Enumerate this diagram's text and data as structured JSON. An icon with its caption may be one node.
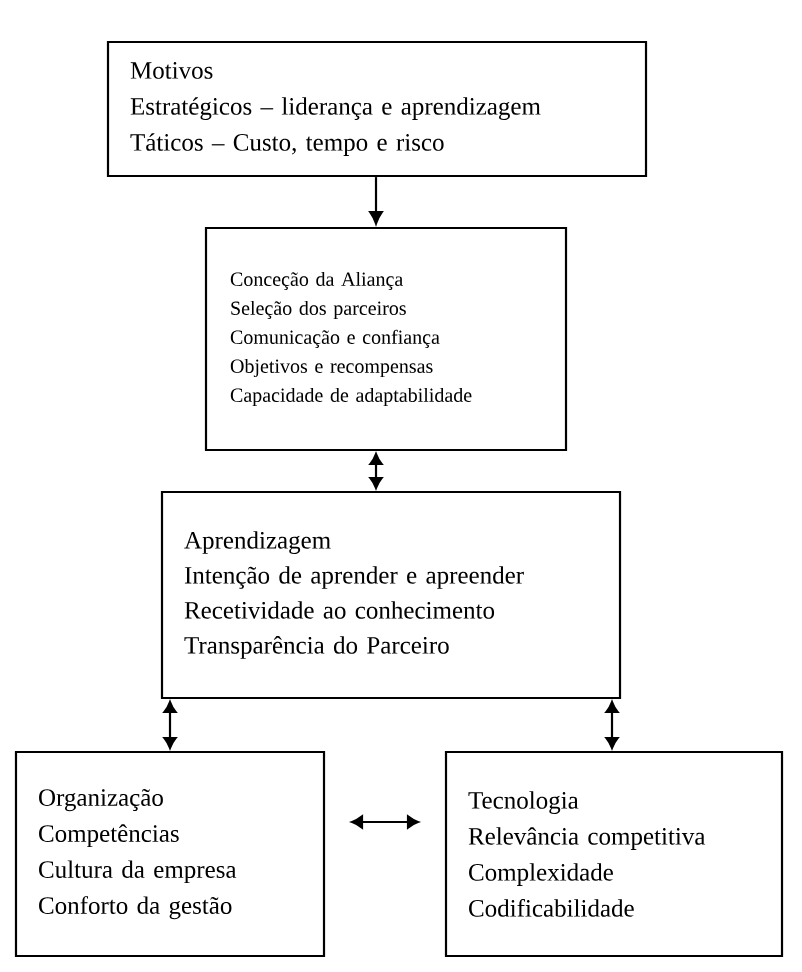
{
  "diagram": {
    "nodes": [
      {
        "text": [
          "Motivos",
          "Estratégicos – liderança e aprendizagem",
          "Táticos – Custo, tempo e risco"
        ]
      },
      {
        "text": [
          "Conceção da Aliança",
          "Seleção dos parceiros",
          "Comunicação e confiança",
          "Objetivos e recompensas",
          "Capacidade de adaptabilidade"
        ]
      },
      {
        "text": [
          "Aprendizagem",
          "Intenção de aprender e apreender",
          "Recetividade ao conhecimento",
          "Transparência do Parceiro"
        ]
      },
      {
        "text": [
          "Organização",
          "Competências",
          "Cultura da empresa",
          "Conforto da gestão"
        ]
      },
      {
        "text": [
          "Tecnologia",
          "Relevância competitiva",
          "Complexidade",
          "Codificabilidade"
        ]
      }
    ],
    "edges": [
      {
        "from": 0,
        "to": 1,
        "arrow": "to"
      },
      {
        "from": 1,
        "to": 2,
        "arrow": "both"
      },
      {
        "from": 2,
        "to": 3,
        "arrow": "both"
      },
      {
        "from": 2,
        "to": 4,
        "arrow": "both"
      },
      {
        "from": 3,
        "to": 4,
        "arrow": "both"
      }
    ]
  }
}
